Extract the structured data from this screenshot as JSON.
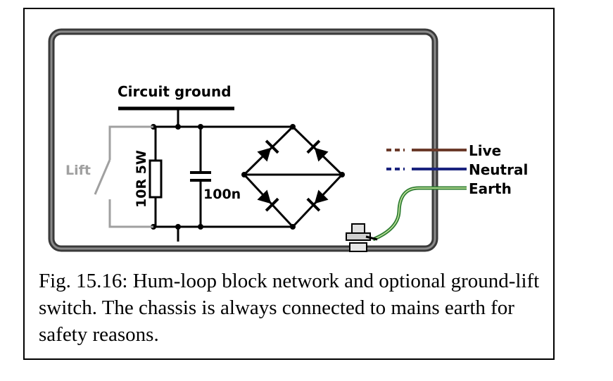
{
  "diagram": {
    "labels": {
      "circuit_ground": "Circuit ground",
      "lift": "Lift",
      "resistor": "10R 5W",
      "capacitor": "100n",
      "live": "Live",
      "neutral": "Neutral",
      "earth": "Earth"
    },
    "colors": {
      "wire": "#000000",
      "chassis": "#555555",
      "lift_switch": "#a0a0a0",
      "live": "#6b3a2a",
      "neutral": "#1a237e",
      "earth": "#4caf50"
    }
  },
  "caption": {
    "text": "Fig. 15.16: Hum-loop block network and optional ground-lift switch. The chassis is always connected to mains earth for safety reasons."
  }
}
